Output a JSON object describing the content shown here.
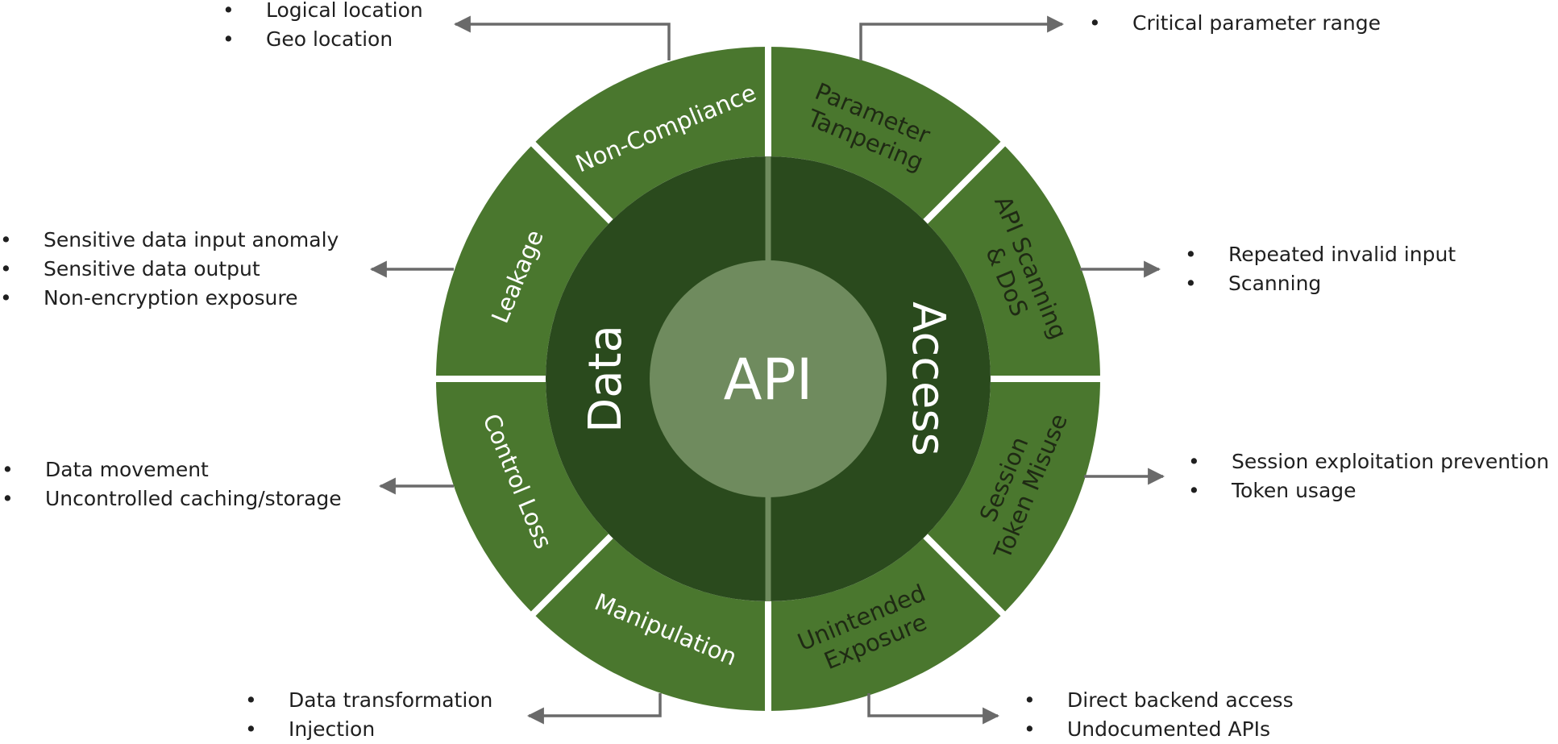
{
  "center": {
    "label": "API"
  },
  "halves": {
    "left": "Data",
    "right": "Access"
  },
  "segments": [
    {
      "id": "non-compliance",
      "label": "Non-Compliance",
      "lines": [
        "Non-Compliance"
      ],
      "text_color": "#ffffff"
    },
    {
      "id": "parameter-tampering",
      "label": "Parameter Tampering",
      "lines": [
        "Parameter",
        "Tampering"
      ],
      "text_color": "#1f2a14"
    },
    {
      "id": "api-scanning-dos",
      "label": "API Scanning & DoS",
      "lines": [
        "API Scanning",
        "& DoS"
      ],
      "text_color": "#1f2a14"
    },
    {
      "id": "session-token-misuse",
      "label": "Session Token Misuse",
      "lines": [
        "Session",
        "Token Misuse"
      ],
      "text_color": "#1f2a14"
    },
    {
      "id": "unintended-exposure",
      "label": "Unintended Exposure",
      "lines": [
        "Unintended",
        "Exposure"
      ],
      "text_color": "#1f2a14"
    },
    {
      "id": "manipulation",
      "label": "Manipulation",
      "lines": [
        "Manipulation"
      ],
      "text_color": "#ffffff"
    },
    {
      "id": "control-loss",
      "label": "Control Loss",
      "lines": [
        "Control Loss"
      ],
      "text_color": "#ffffff"
    },
    {
      "id": "leakage",
      "label": "Leakage",
      "lines": [
        "Leakage"
      ],
      "text_color": "#ffffff"
    }
  ],
  "callouts": [
    {
      "segment": "non-compliance",
      "items": [
        "Logical location",
        "Geo location"
      ]
    },
    {
      "segment": "parameter-tampering",
      "items": [
        "Critical parameter range"
      ]
    },
    {
      "segment": "api-scanning-dos",
      "items": [
        "Repeated invalid input",
        "Scanning"
      ]
    },
    {
      "segment": "session-token-misuse",
      "items": [
        "Session exploitation prevention",
        "Token usage"
      ]
    },
    {
      "segment": "unintended-exposure",
      "items": [
        "Direct backend access",
        "Undocumented APIs"
      ]
    },
    {
      "segment": "manipulation",
      "items": [
        "Data transformation",
        "Injection"
      ]
    },
    {
      "segment": "control-loss",
      "items": [
        "Data movement",
        "Uncontrolled caching/storage"
      ]
    },
    {
      "segment": "leakage",
      "items": [
        "Sensitive data input anomaly",
        "Sensitive data output",
        "Non-encryption exposure"
      ]
    }
  ],
  "colors": {
    "outer_ring": "#4a772e",
    "inner_ring": "#2a4a1d",
    "center_circle": "#6f8b5e",
    "connector": "#6a6a6a",
    "separator": "#ffffff"
  }
}
